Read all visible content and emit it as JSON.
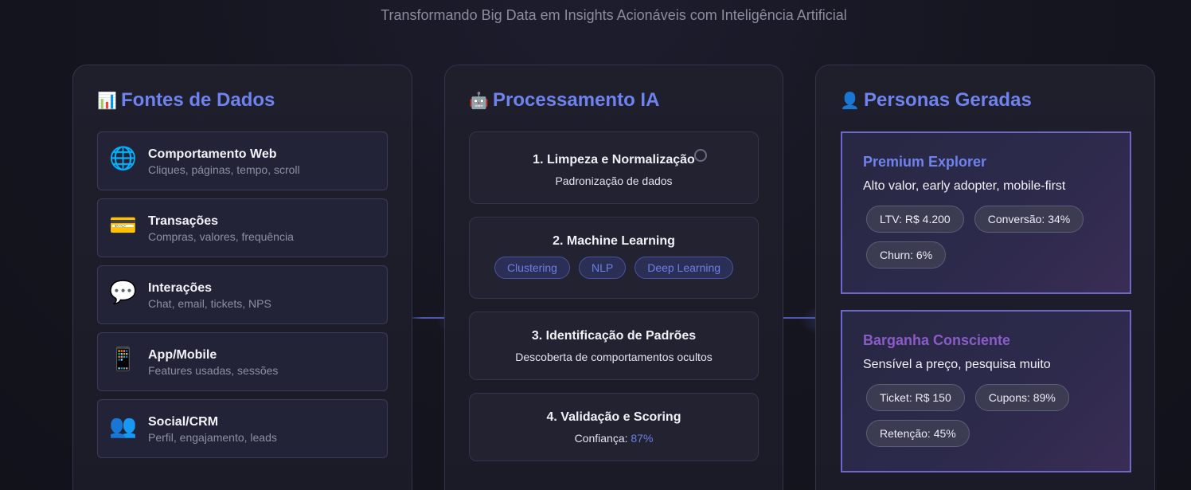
{
  "header": {
    "subtitle": "Transformando Big Data em Insights Acionáveis com Inteligência Artificial"
  },
  "sources_panel": {
    "icon": "📊",
    "title": "Fontes de Dados",
    "items": [
      {
        "icon": "🌐",
        "icon_name": "globe-icon",
        "name": "Comportamento Web",
        "desc": "Cliques, páginas, tempo, scroll"
      },
      {
        "icon": "💳",
        "icon_name": "credit-card-icon",
        "name": "Transações",
        "desc": "Compras, valores, frequência"
      },
      {
        "icon": "💬",
        "icon_name": "speech-bubble-icon",
        "name": "Interações",
        "desc": "Chat, email, tickets, NPS"
      },
      {
        "icon": "📱",
        "icon_name": "mobile-phone-icon",
        "name": "App/Mobile",
        "desc": "Features usadas, sessões"
      },
      {
        "icon": "👥",
        "icon_name": "users-icon",
        "name": "Social/CRM",
        "desc": "Perfil, engajamento, leads"
      }
    ]
  },
  "processing_panel": {
    "icon": "🤖",
    "title": "Processamento IA",
    "steps": [
      {
        "title": "1. Limpeza e Normalização",
        "desc": "Padronização de dados"
      },
      {
        "title": "2. Machine Learning",
        "tags": [
          "Clustering",
          "NLP",
          "Deep Learning"
        ]
      },
      {
        "title": "3. Identificação de Padrões",
        "desc": "Descoberta de comportamentos ocultos"
      },
      {
        "title": "4. Validação e Scoring",
        "desc_label": "Confiança: ",
        "desc_value": "87%"
      }
    ]
  },
  "personas_panel": {
    "icon": "👤",
    "title": "Personas Geradas",
    "personas": [
      {
        "name": "Premium Explorer",
        "color": "#6f82ee",
        "desc": "Alto valor, early adopter, mobile-first",
        "metrics": [
          "LTV: R$ 4.200",
          "Conversão: 34%",
          "Churn: 6%"
        ]
      },
      {
        "name": "Barganha Consciente",
        "color": "#8a5bc9",
        "desc": "Sensível a preço, pesquisa muito",
        "metrics": [
          "Ticket: R$ 150",
          "Cupons: 89%",
          "Retenção: 45%"
        ]
      }
    ]
  },
  "colors": {
    "accent": "#6f82ee",
    "purple": "#8a5bc9",
    "background": "#15151f"
  }
}
